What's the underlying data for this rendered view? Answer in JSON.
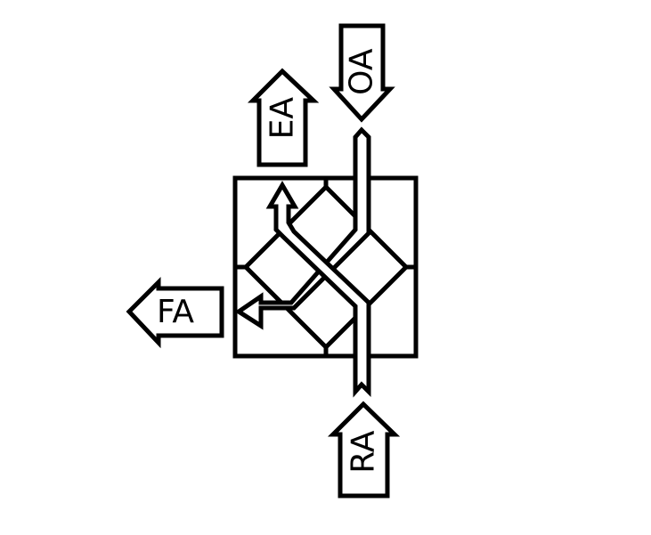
{
  "labels": {
    "outdoor_air": "OA",
    "exhaust_air": "EA",
    "fresh_air": "FA",
    "return_air": "RA"
  },
  "colors": {
    "stroke": "#000000",
    "fill": "#ffffff"
  }
}
